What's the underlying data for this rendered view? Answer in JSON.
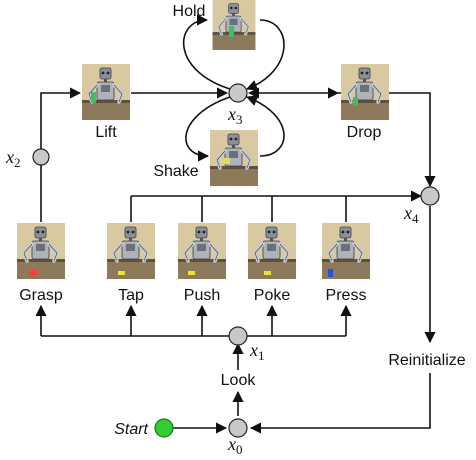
{
  "actions": {
    "hold": "Hold",
    "lift": "Lift",
    "drop": "Drop",
    "shake": "Shake",
    "grasp": "Grasp",
    "tap": "Tap",
    "push": "Push",
    "poke": "Poke",
    "press": "Press",
    "reinitialize": "Reinitialize",
    "look": "Look",
    "start": "Start"
  },
  "states": {
    "x0": {
      "base": "x",
      "sub": "0"
    },
    "x1": {
      "base": "x",
      "sub": "1"
    },
    "x2": {
      "base": "x",
      "sub": "2"
    },
    "x3": {
      "base": "x",
      "sub": "3"
    },
    "x4": {
      "base": "x",
      "sub": "4"
    }
  },
  "colors": {
    "state_node": "#c8c8c8",
    "start_node": "#33cc33",
    "edge": "#111111"
  },
  "object_colors": {
    "hold": "#3cc060",
    "lift": "#3cc060",
    "drop": "#3cc060",
    "shake": "#e8d85a",
    "grasp": "#ff3c3c",
    "tap": "#f0e040",
    "push": "#f0e040",
    "poke": "#f0e040",
    "press": "#2f4fd8"
  }
}
